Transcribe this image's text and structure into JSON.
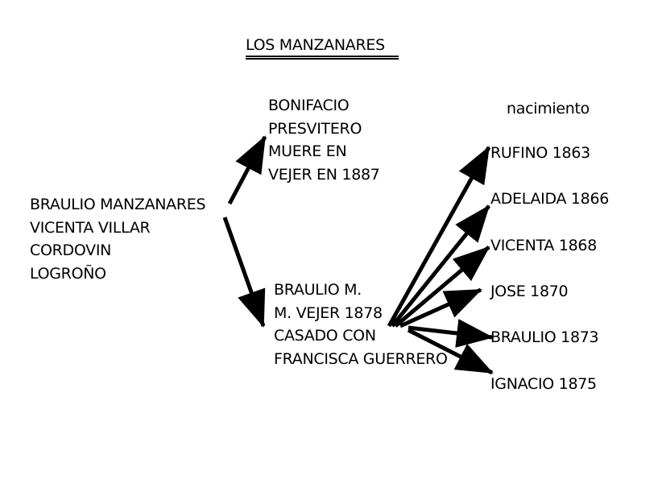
{
  "title": "LOS MANZANARES",
  "parents": {
    "lines": [
      "BRAULIO MANZANARES",
      "VICENTA VILLAR",
      "CORDOVIN",
      "LOGROÑO"
    ]
  },
  "bonifacio": {
    "lines": [
      "BONIFACIO",
      "PRESVITERO",
      "MUERE EN",
      "VEJER EN 1887"
    ]
  },
  "braulio_m": {
    "lines": [
      "BRAULIO M.",
      "M. VEJER 1878",
      "CASADO CON",
      "FRANCISCA GUERRERO"
    ]
  },
  "nacimiento_label": "nacimiento",
  "children": [
    {
      "label": "RUFINO 1863"
    },
    {
      "label": "ADELAIDA 1866"
    },
    {
      "label": "VICENTA 1868"
    },
    {
      "label": "JOSE 1870"
    },
    {
      "label": "BRAULIO 1873"
    },
    {
      "label": "IGNACIO 1875"
    }
  ],
  "colors": {
    "ink": "#000000",
    "background": "#ffffff"
  }
}
